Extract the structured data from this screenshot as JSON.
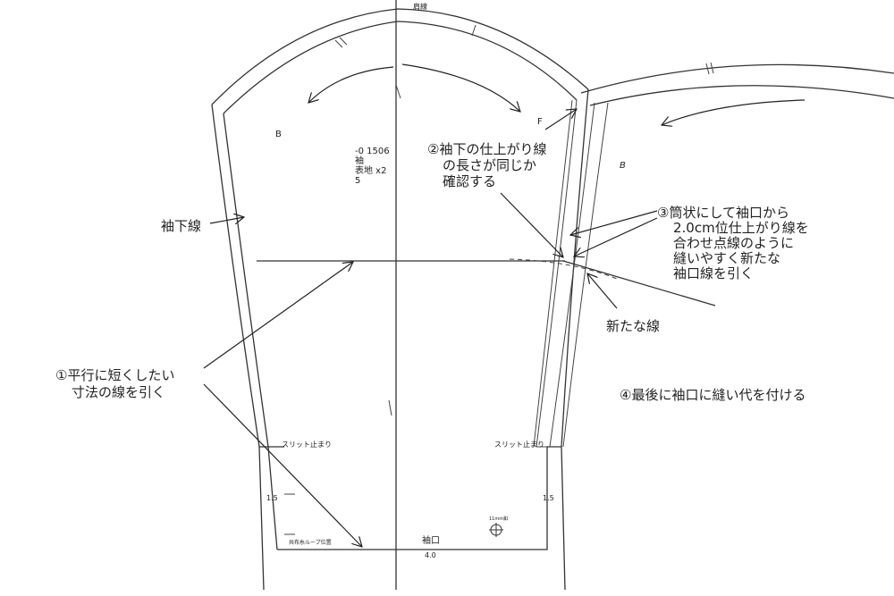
{
  "pattern": {
    "shoulder_label": "肩線",
    "back_mark_left": "B",
    "back_mark_right": "B",
    "front_mark": "F",
    "piece_info": [
      "-0 1506",
      "袖",
      "表地  x2",
      "5"
    ],
    "slit_left": "スリット止まり",
    "slit_right": "スリット止まり",
    "allowance_left": "1.5",
    "allowance_right": "1.5",
    "loop_label": "共布糸ループ位置",
    "button_label": "11mm釦",
    "cuff_label": "袖口",
    "cuff_allowance": "4.0",
    "underarm_label": "袖下線"
  },
  "annotations": {
    "step1": [
      "①平行に短くしたい",
      "寸法の線を引く"
    ],
    "step2": [
      "②袖下の仕上がり線",
      "の長さが同じか",
      "確認する"
    ],
    "step3": [
      "③筒状にして袖口から",
      "2.0cm位仕上がり線を",
      "合わせ点線のように",
      "縫いやすく新たな",
      "袖口線を引く"
    ],
    "new_line": "新たな線",
    "step4": "④最後に袖口に縫い代を付ける"
  }
}
